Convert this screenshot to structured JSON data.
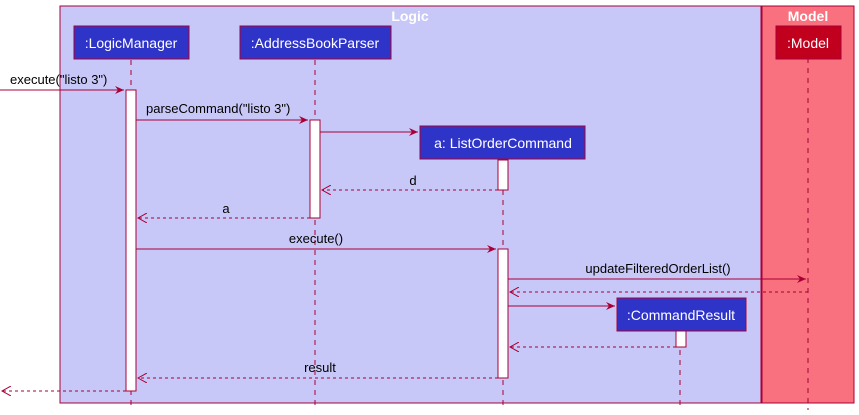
{
  "frames": {
    "logic_title": "Logic",
    "model_title": "Model"
  },
  "participants": {
    "logic_manager": ":LogicManager",
    "address_book_parser": ":AddressBookParser",
    "list_order_command": "a: ListOrderCommand",
    "command_result": ":CommandResult",
    "model": ":Model"
  },
  "messages": {
    "m1": "execute(\"listo 3\")",
    "m2": "parseCommand(\"listo 3\")",
    "m3": "d",
    "m4": "a",
    "m5": "execute()",
    "m6": "updateFilteredOrderList()",
    "m7": "result"
  },
  "colors": {
    "logic_frame_fill": "#c8c8f8",
    "model_frame_fill": "#f9717e",
    "participant_fill": "#2f34c8",
    "model_participant_fill": "#c0001d",
    "arrow": "#a80036"
  }
}
